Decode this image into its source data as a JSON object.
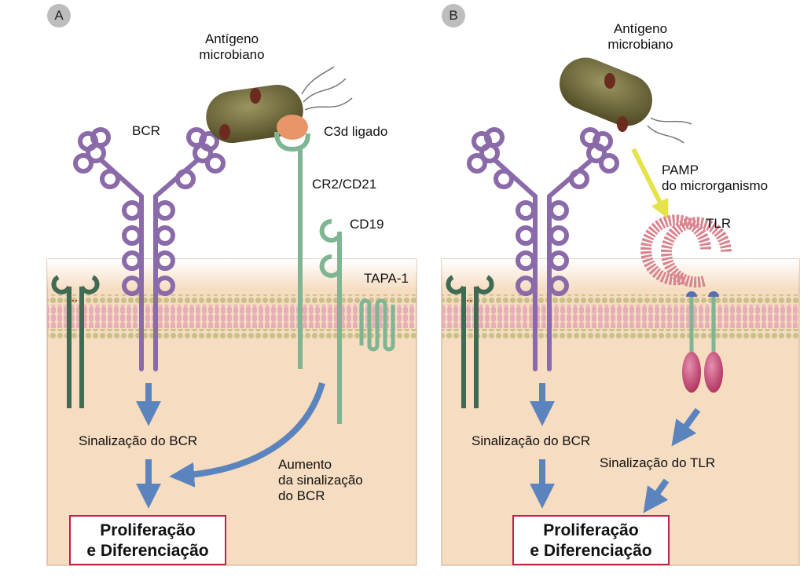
{
  "colors": {
    "cytoplasm": "#f6dcc0",
    "bcr": "#8a6aa8",
    "cr2": "#7fb592",
    "coreceptor_dark": "#3f6b55",
    "bacterium": "#6f6a3c",
    "c3d": "#e8956a",
    "tlr": "#c03d6a",
    "arrow": "#5b84bf",
    "pamp_arrow": "#e5e24a",
    "outcome_border": "#b8244a"
  },
  "panel_a": {
    "badge": "A",
    "antigen": {
      "line1": "Antígeno",
      "line2": "microbiano"
    },
    "bcr_label": "BCR",
    "c3d_label": "C3d ligado",
    "cr2_label": "CR2/CD21",
    "cd19_label": "CD19",
    "tapa_label": "TAPA-1",
    "signaling_label": "Sinalização do BCR",
    "enhance": {
      "line1": "Aumento",
      "line2": "da sinalização",
      "line3": "do BCR"
    },
    "outcome": {
      "line1": "Proliferação",
      "line2": "e Diferenciação"
    }
  },
  "panel_b": {
    "badge": "B",
    "antigen": {
      "line1": "Antígeno",
      "line2": "microbiano"
    },
    "pamp": {
      "line1": "PAMP",
      "line2": "do microrganismo"
    },
    "tlr_label": "TLR",
    "signaling_label": "Sinalização do BCR",
    "tlr_signaling_label": "Sinalização do TLR",
    "outcome": {
      "line1": "Proliferação",
      "line2": "e Diferenciação"
    }
  }
}
